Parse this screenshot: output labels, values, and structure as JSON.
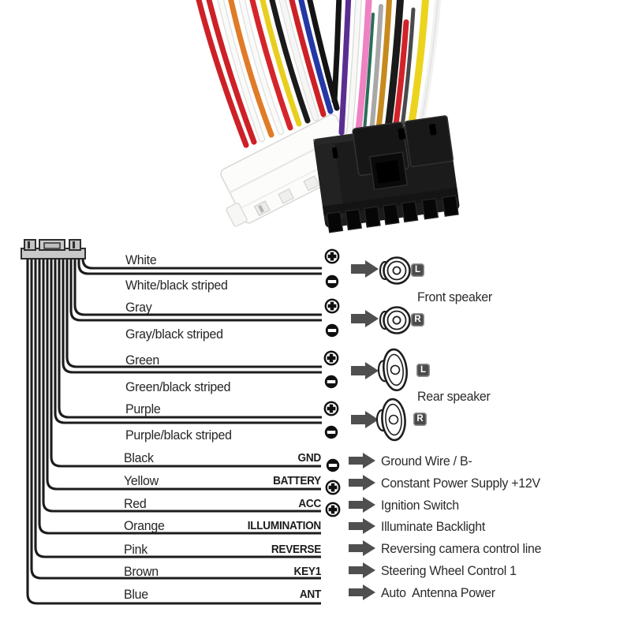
{
  "photo": {
    "left_connector_icon": "white-iso-harness-plug",
    "right_connector_icon": "black-head-unit-connector",
    "left_wire_colors": [
      "#cc2127",
      "#f4f4f2",
      "#d4252b",
      "#e07b28",
      "#f6f6f4",
      "#cc2127",
      "#e8cf1f",
      "#1b1b1b",
      "#2438a6"
    ],
    "right_wire_colors": [
      "#141414",
      "#5b2d90",
      "#f5f5f3",
      "#ee82c3",
      "#2a6e58",
      "#a8a8a8",
      "#c78a1f",
      "#d2222a",
      "#ecd41d"
    ]
  },
  "diagram": {
    "colors": {
      "line": "#1c1c1c",
      "arrow": "#4f4f4f",
      "badge": "#4b4b4b",
      "connector": "#c9c9c9"
    },
    "wires": [
      {
        "label": "White",
        "polarity": "+"
      },
      {
        "label": "White/black striped",
        "polarity": "-"
      },
      {
        "label": "Gray",
        "polarity": "+"
      },
      {
        "label": "Gray/black striped",
        "polarity": "-"
      },
      {
        "label": "Green",
        "polarity": "+"
      },
      {
        "label": "Green/black striped",
        "polarity": "-"
      },
      {
        "label": "Purple",
        "polarity": "+"
      },
      {
        "label": "Purple/black striped",
        "polarity": "-"
      },
      {
        "label": "Black",
        "terminal": "GND",
        "polarity": "-",
        "description": "Ground Wire / B-"
      },
      {
        "label": "Yellow",
        "terminal": "BATTERY",
        "polarity": "+",
        "description": "Constant Power Supply +12V"
      },
      {
        "label": "Red",
        "terminal": "ACC",
        "polarity": "+",
        "description": "Ignition Switch"
      },
      {
        "label": "Orange",
        "terminal": "ILLUMINATION",
        "description": "Illuminate Backlight"
      },
      {
        "label": "Pink",
        "terminal": "REVERSE",
        "description": "Reversing camera control line"
      },
      {
        "label": "Brown",
        "terminal": "KEY1",
        "description": "Steering Wheel Control 1"
      },
      {
        "label": "Blue",
        "terminal": "ANT",
        "description": "Auto  Antenna Power"
      }
    ],
    "speakers": [
      {
        "channel": "L",
        "type": "front"
      },
      {
        "channel": "R",
        "type": "front"
      },
      {
        "channel": "L",
        "type": "rear"
      },
      {
        "channel": "R",
        "type": "rear"
      }
    ],
    "groups": {
      "front": "Front speaker",
      "rear": "Rear speaker"
    }
  }
}
